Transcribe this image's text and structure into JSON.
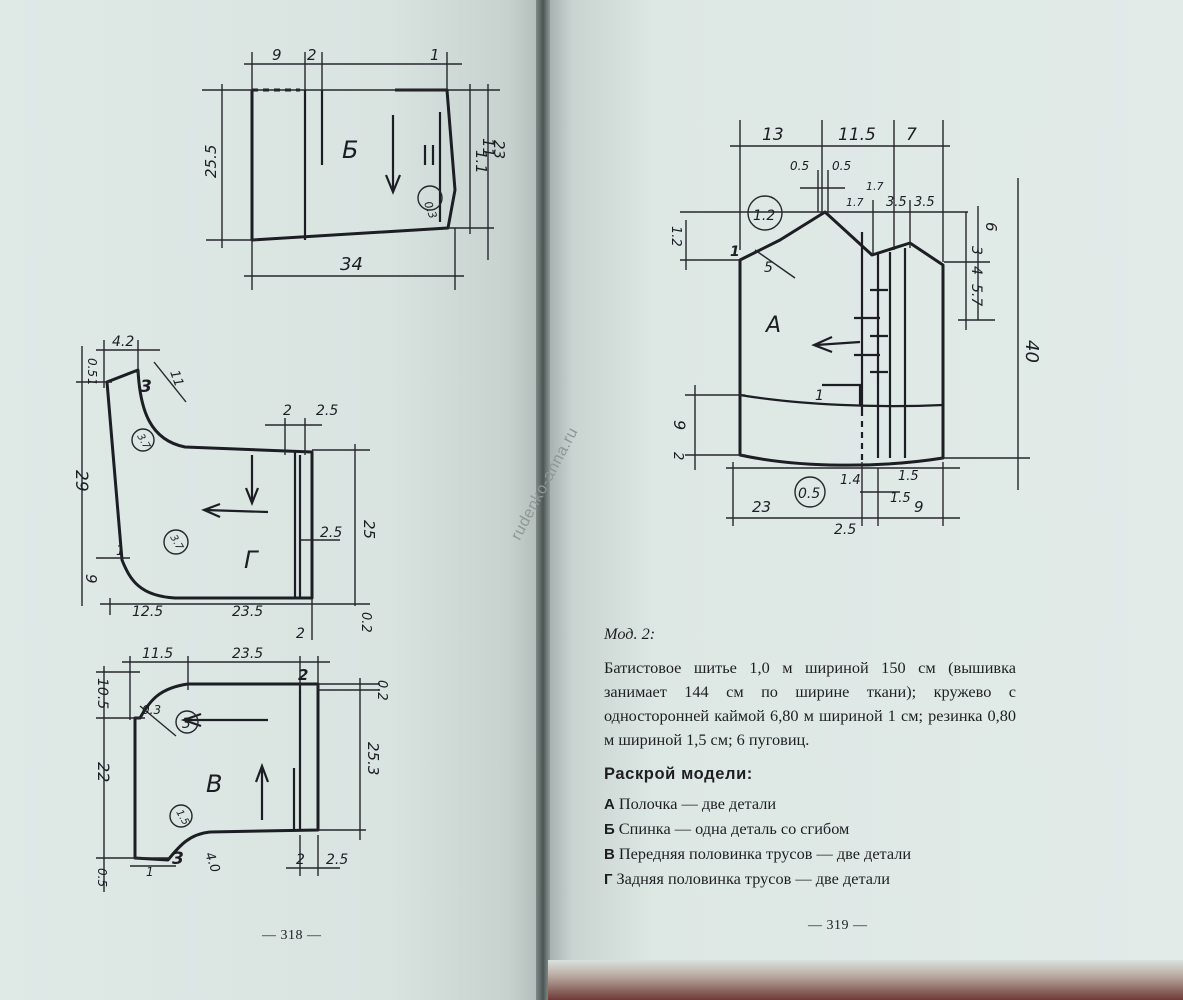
{
  "pages": {
    "left": {
      "page_number": "— 318 —",
      "pattern_B": {
        "label": "Б",
        "circle": "0.3",
        "dims": [
          "9",
          "2",
          "1",
          "25.5",
          "11",
          "1.1",
          "23",
          "34"
        ]
      },
      "pattern_G": {
        "label": "Г",
        "circles": [
          "3.7",
          "3.7"
        ],
        "dims": [
          "4.2",
          "0.5",
          "1",
          "11",
          "3",
          "2",
          "2.5",
          "29",
          "25",
          "2.5",
          "1",
          "9",
          "12.5",
          "23.5",
          "2",
          "0.2"
        ]
      },
      "pattern_V": {
        "label": "В",
        "circles": [
          "3",
          "1.5"
        ],
        "dims": [
          "11.5",
          "23.5",
          "2",
          "0.2",
          "10.5",
          "0.3",
          "22",
          "25.3",
          "3",
          "4.0",
          "1",
          "0.5",
          "2",
          "2.5"
        ]
      }
    },
    "right": {
      "page_number": "— 319 —",
      "pattern_A": {
        "label": "А",
        "circles": [
          "1.2",
          "0.5"
        ],
        "dims": [
          "13",
          "11.5",
          "7",
          "0.5",
          "0.5",
          "1.7",
          "1.7",
          "3.5",
          "3.5",
          "1.2",
          "1",
          "5",
          "6",
          "3",
          "4",
          "5.7",
          "40",
          "1",
          "9",
          "2",
          "1.4",
          "1.5",
          "1.5",
          "23",
          "2.5",
          "9"
        ]
      },
      "model_label": "Мод. 2:",
      "materials": "Батистовое шитье 1,0 м шириной 150 см (вышивка занимает 144 см по ширине ткани); кружево с односторонней каймой 6,80 м шириной 1 см; резинка 0,80 м шириной 1,5 см; 6 пуговиц.",
      "section_title": "Раскрой модели:",
      "cut_items": [
        {
          "letter": "А",
          "text": "Полочка — две детали"
        },
        {
          "letter": "Б",
          "text": "Спинка — одна деталь со сгибом"
        },
        {
          "letter": "В",
          "text": "Передняя половинка трусов — две детали"
        },
        {
          "letter": "Г",
          "text": "Задняя половинка трусов — две детали"
        }
      ]
    }
  },
  "watermark": "rudenko-anna.ru"
}
